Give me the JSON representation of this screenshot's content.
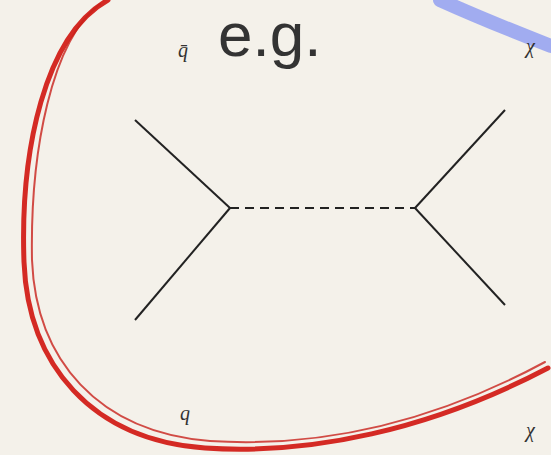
{
  "diagram": {
    "labels": [
      "e.g.",
      "q̄",
      "χ",
      "q",
      "χ"
    ]
  }
}
